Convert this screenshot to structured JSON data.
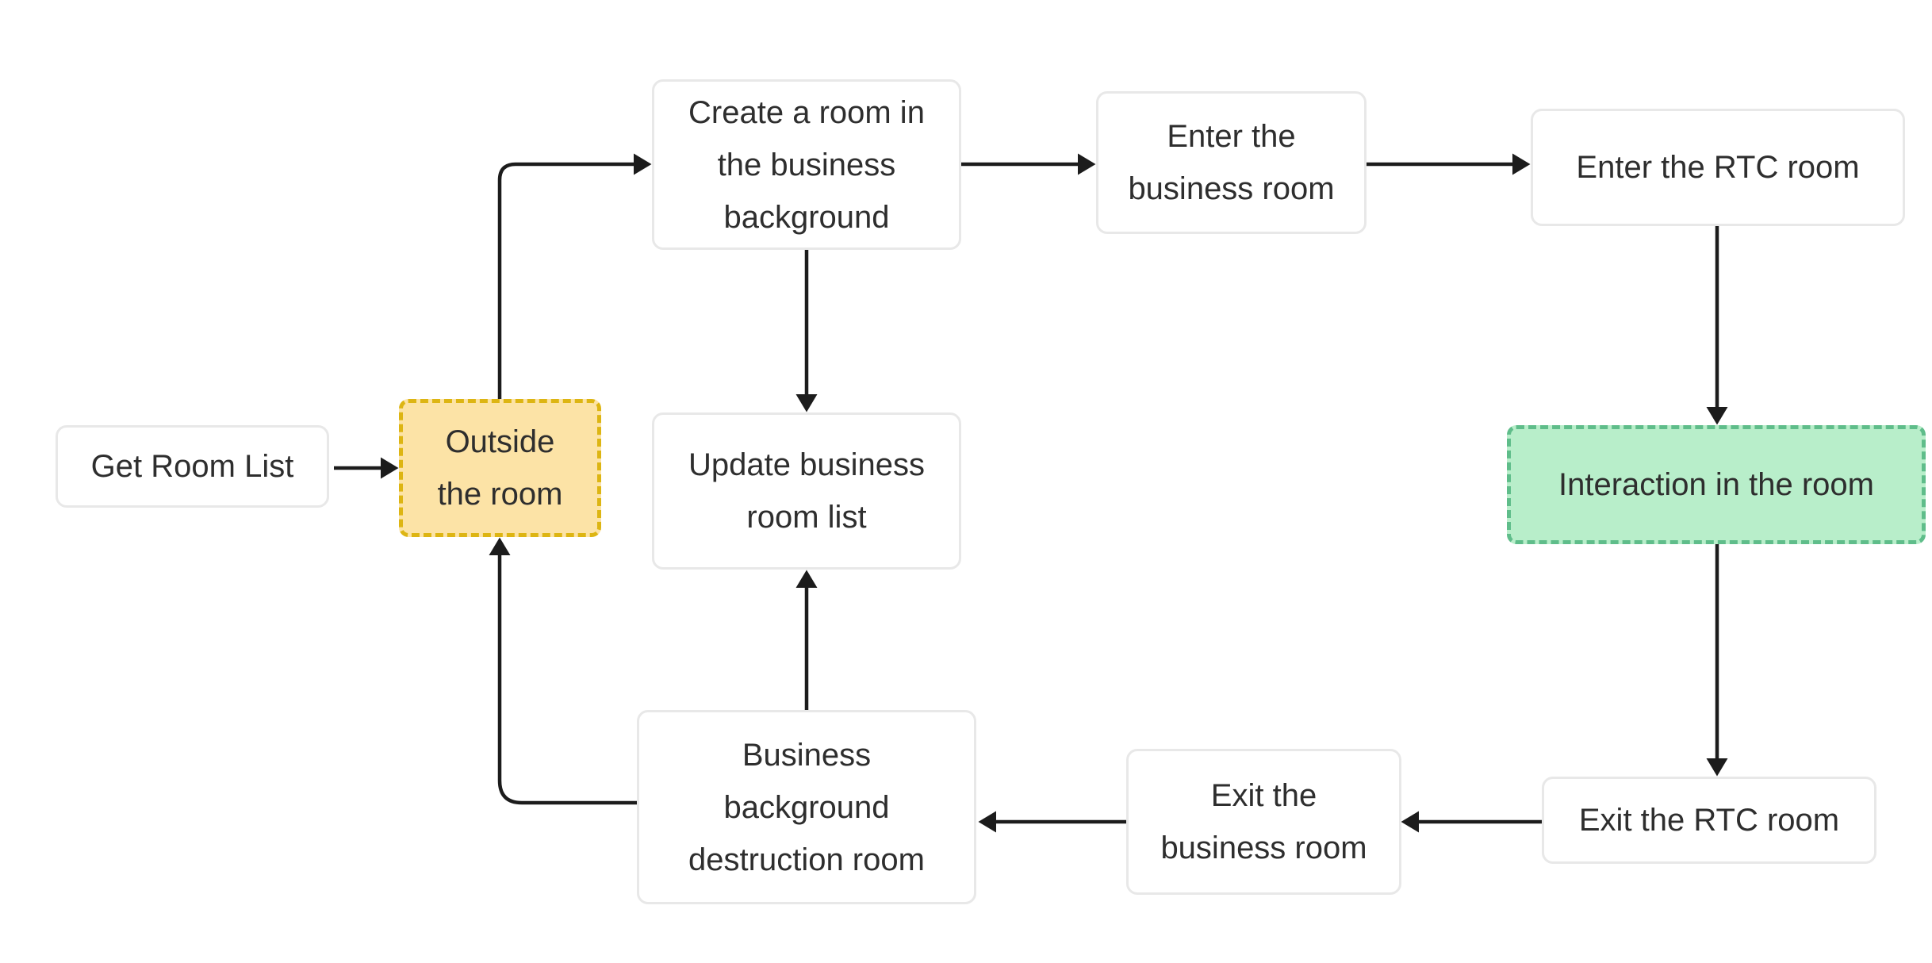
{
  "diagram": {
    "type": "flowchart",
    "title": "Room lifecycle flow",
    "background": "#ffffff"
  },
  "colors": {
    "edge": "#1c1c1c",
    "node_bg": "#ffffff",
    "node_border": "#e8e8e8",
    "node_text": "#2e2e2e",
    "highlight_yellow_bg": "#fce3a6",
    "highlight_yellow_border": "#ddb513",
    "highlight_green_bg": "#b8eeca",
    "highlight_green_border": "#5fbd8a"
  },
  "nodes": [
    {
      "id": "get-room-list",
      "label": "Get Room List",
      "style": "plain"
    },
    {
      "id": "outside-the-room",
      "label": "Outside\nthe room",
      "style": "highlight-yellow"
    },
    {
      "id": "create-room-business-background",
      "label": "Create a room in\nthe business\nbackground",
      "style": "plain"
    },
    {
      "id": "enter-business-room",
      "label": "Enter the\nbusiness room",
      "style": "plain"
    },
    {
      "id": "enter-rtc-room",
      "label": "Enter the RTC room",
      "style": "plain"
    },
    {
      "id": "interaction-in-room",
      "label": "Interaction in the room",
      "style": "highlight-green"
    },
    {
      "id": "update-business-room-list",
      "label": "Update business\nroom list",
      "style": "plain"
    },
    {
      "id": "business-background-destruction-room",
      "label": "Business\nbackground\ndestruction room",
      "style": "plain"
    },
    {
      "id": "exit-business-room",
      "label": "Exit the\nbusiness room",
      "style": "plain"
    },
    {
      "id": "exit-rtc-room",
      "label": "Exit the RTC room",
      "style": "plain"
    }
  ],
  "edges": [
    {
      "from": "get-room-list",
      "to": "outside-the-room"
    },
    {
      "from": "outside-the-room",
      "to": "create-room-business-background"
    },
    {
      "from": "create-room-business-background",
      "to": "enter-business-room"
    },
    {
      "from": "enter-business-room",
      "to": "enter-rtc-room"
    },
    {
      "from": "enter-rtc-room",
      "to": "interaction-in-room"
    },
    {
      "from": "interaction-in-room",
      "to": "exit-rtc-room"
    },
    {
      "from": "exit-rtc-room",
      "to": "exit-business-room"
    },
    {
      "from": "exit-business-room",
      "to": "business-background-destruction-room"
    },
    {
      "from": "business-background-destruction-room",
      "to": "update-business-room-list"
    },
    {
      "from": "create-room-business-background",
      "to": "update-business-room-list"
    },
    {
      "from": "business-background-destruction-room",
      "to": "outside-the-room"
    }
  ]
}
